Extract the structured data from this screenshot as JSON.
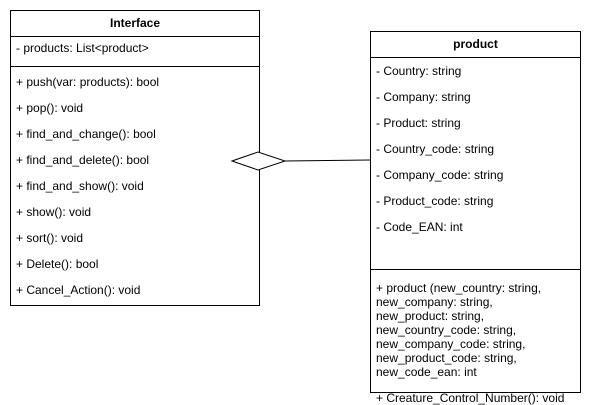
{
  "interface_class": {
    "title": "Interface",
    "attributes": [
      "- products: List<product>"
    ],
    "operations": [
      "+ push(var: products): bool",
      "+ pop(): void",
      "+ find_and_change(): bool",
      "+ find_and_delete(): bool",
      "+ find_and_show(): void",
      "+ show(): void",
      "+ sort(): void",
      "+ Delete(): bool",
      "+ Cancel_Action(): void"
    ]
  },
  "product_class": {
    "title": "product",
    "attributes": [
      "- Country: string",
      "- Company: string",
      "- Product: string",
      "- Country_code: string",
      "- Company_code: string",
      "- Product_code: string",
      "- Code_EAN: int"
    ],
    "constructor_lines": [
      "+ product (new_country: string,",
      "new_company: string,",
      "new_product: string,",
      "new_country_code: string,",
      "new_company_code: string,",
      "new_product_code: string,",
      "new_code_ean: int"
    ],
    "operations": [
      "+ Creature_Control_Number(): void"
    ]
  },
  "relationship": {
    "type": "aggregation",
    "from": "Interface",
    "to": "product"
  }
}
